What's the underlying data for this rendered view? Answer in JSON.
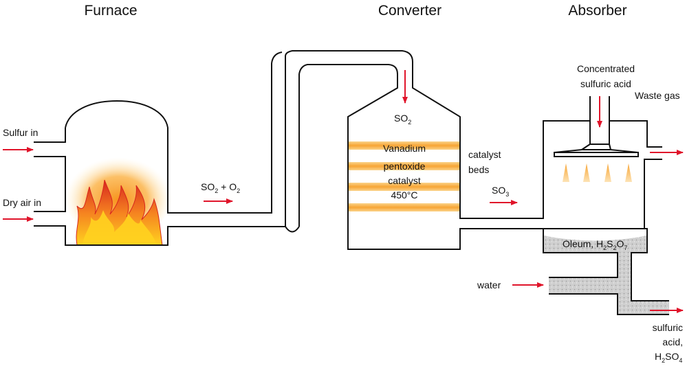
{
  "titles": {
    "furnace": "Furnace",
    "converter": "Converter",
    "absorber": "Absorber"
  },
  "labels": {
    "sulfur_in": "Sulfur in",
    "dry_air_in": "Dry air in",
    "so2_o2": {
      "a": "SO",
      "a_sub": "2",
      "plus": " + O",
      "b_sub": "2"
    },
    "so2_top": {
      "a": "SO",
      "a_sub": "2"
    },
    "catalyst": [
      "Vanadium",
      "pentoxide",
      "catalyst",
      "450°C"
    ],
    "catalyst_beds": [
      "catalyst",
      "beds"
    ],
    "so3": {
      "a": "SO",
      "a_sub": "3"
    },
    "conc_acid": [
      "Concentrated",
      "sulfuric acid"
    ],
    "waste_gas": "Waste gas",
    "oleum": {
      "a": "Oleum, H",
      "s1": "2",
      "b": "S",
      "s2": "2",
      "c": "O",
      "s3": "7"
    },
    "water": "water",
    "sulfuric_acid": [
      "sulfuric",
      "acid,"
    ],
    "h2so4": {
      "a": "H",
      "s1": "2",
      "b": "SO",
      "s2": "4"
    }
  },
  "colors": {
    "arrow": "#e0142a",
    "catalyst_bed": "#f7a535",
    "flame": "#f58220",
    "liquid": "#c9c9c9"
  }
}
